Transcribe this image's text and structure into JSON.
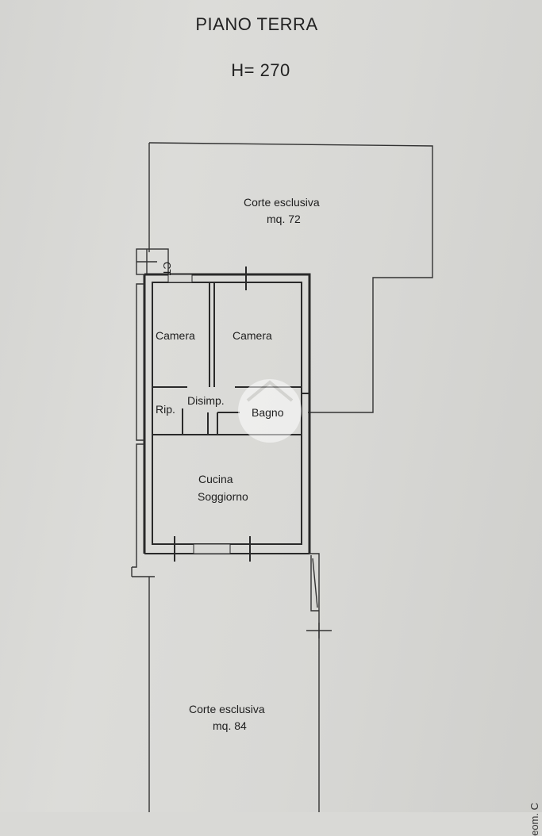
{
  "header": {
    "title": "PIANO TERRA",
    "height": "H= 270"
  },
  "rooms": {
    "corte_top_name": "Corte esclusiva",
    "corte_top_area": "mq. 72",
    "camera_left": "Camera",
    "camera_right": "Camera",
    "disimp": "Disimp.",
    "rip": "Rip.",
    "bagno": "Bagno",
    "cucina": "Cucina",
    "soggiorno": "Soggiorno",
    "corte_bottom_name": "Corte esclusiva",
    "corte_bottom_area": "mq. 84",
    "ct": "CT"
  },
  "footer": {
    "corner_text": "eom. C"
  },
  "colors": {
    "paper": "#d9d9d6",
    "ink": "#2a2a2a",
    "watermark": "#ffffff"
  }
}
